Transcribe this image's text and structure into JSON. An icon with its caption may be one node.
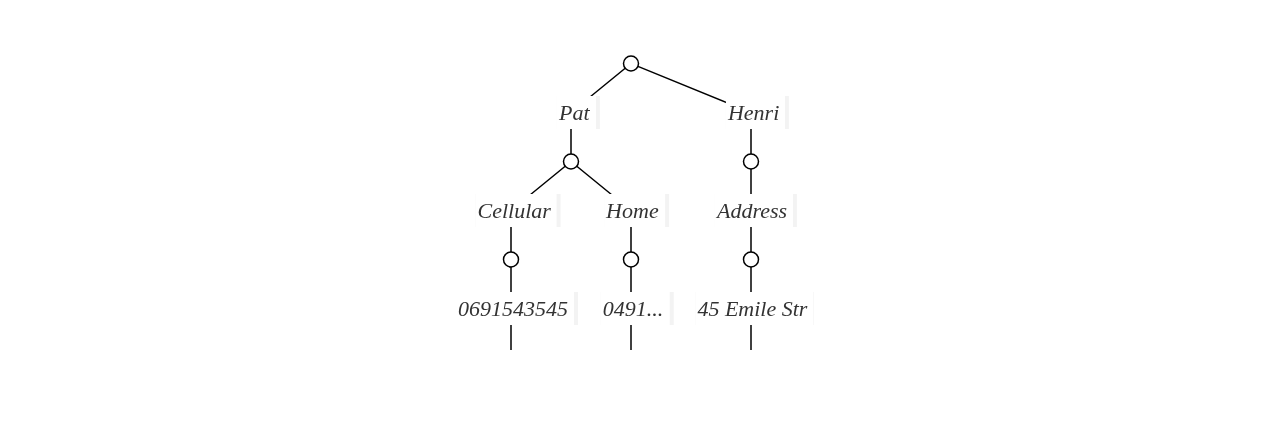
{
  "diagram": {
    "nodes": [
      {
        "text": [],
        "shape": "circle"
      },
      {
        "text": [],
        "shape": "circle"
      },
      {
        "text": [],
        "shape": "circle"
      },
      {
        "text": [],
        "shape": "circle"
      },
      {
        "text": [],
        "shape": "circle"
      },
      {
        "text": [],
        "shape": "circle"
      }
    ],
    "edges": [
      {
        "from": 0,
        "to": 1,
        "arrow": "none",
        "label": "Pat"
      },
      {
        "from": 0,
        "to": 2,
        "arrow": "none",
        "label": "Henri"
      },
      {
        "from": 1,
        "to": 3,
        "arrow": "none",
        "label": "Cellular"
      },
      {
        "from": 1,
        "to": 4,
        "arrow": "none",
        "label": "Home"
      },
      {
        "from": 2,
        "to": 5,
        "arrow": "none",
        "label": "Address"
      },
      {
        "from": 3,
        "to": null,
        "arrow": "none",
        "label": "0691543545"
      },
      {
        "from": 4,
        "to": null,
        "arrow": "none",
        "label": "0491..."
      },
      {
        "from": 5,
        "to": null,
        "arrow": "none",
        "label": "45 Emile Str"
      }
    ]
  }
}
